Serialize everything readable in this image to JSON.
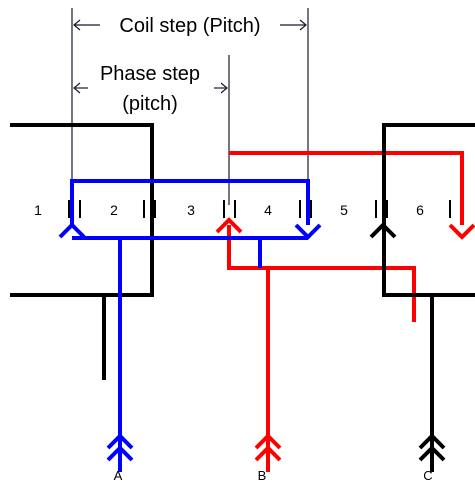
{
  "annotations": {
    "coil_step": "Coil step (Pitch)",
    "phase_step_line1": "Phase step",
    "phase_step_line2": "(pitch)"
  },
  "slots": [
    "1",
    "2",
    "3",
    "4",
    "5",
    "6"
  ],
  "phases": [
    {
      "id": "A",
      "label": "A",
      "color": "#0000ff"
    },
    {
      "id": "B",
      "label": "B",
      "color": "#ff0000"
    },
    {
      "id": "C",
      "label": "C",
      "color": "#000000"
    }
  ]
}
